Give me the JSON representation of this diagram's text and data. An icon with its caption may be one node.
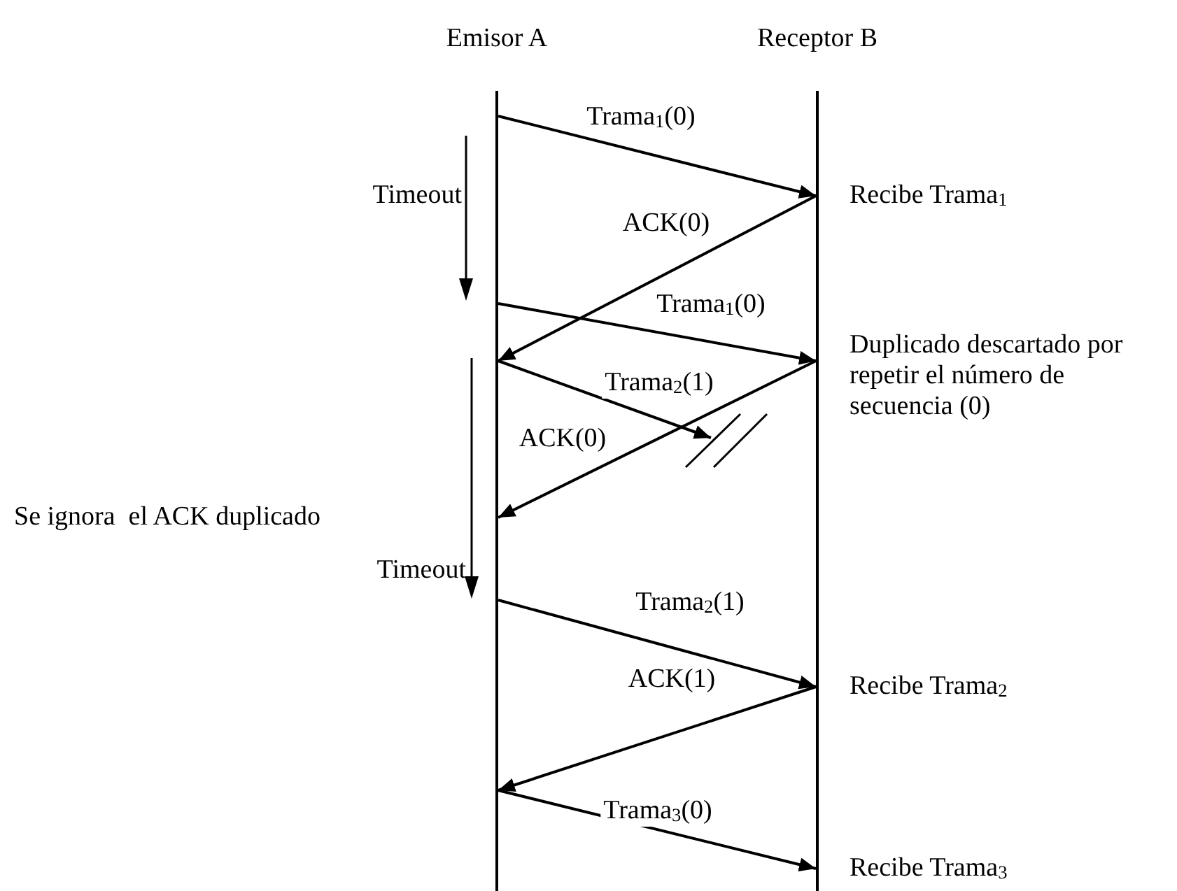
{
  "diagram": {
    "nodes": [
      {
        "text": [
          "Emisor A"
        ]
      },
      {
        "text": [
          "Receptor B"
        ]
      }
    ],
    "edges": [
      {
        "from": 0,
        "to": 1,
        "arrow": "to",
        "label": "Trama$_{1}$(0)"
      },
      {
        "from": 1,
        "to": 0,
        "arrow": "to",
        "label": "ACK(0)"
      },
      {
        "from": 0,
        "to": 1,
        "arrow": "to",
        "label": "Trama$_{1}$(0)"
      },
      {
        "from": 0,
        "to": null,
        "arrow": "to",
        "label": "Trama$_{2}$(1)"
      },
      {
        "from": 1,
        "to": 0,
        "arrow": "to",
        "label": "ACK(0)"
      },
      {
        "from": 0,
        "to": 1,
        "arrow": "to",
        "label": "Trama$_{2}$(1)"
      },
      {
        "from": 1,
        "to": 0,
        "arrow": "to",
        "label": "ACK(1)"
      },
      {
        "from": 0,
        "to": 1,
        "arrow": "to",
        "label": "Trama$_{3}$(0)"
      }
    ],
    "labels": [
      "Timeout",
      "Recibe Trama$_{1}$",
      "Duplicado descartado por repetir el número de secuencia (0)",
      "Se ignora  el ACK duplicado",
      "Timeout",
      "Recibe Trama$_{2}$",
      "Recibe Trama$_{3}$"
    ]
  }
}
